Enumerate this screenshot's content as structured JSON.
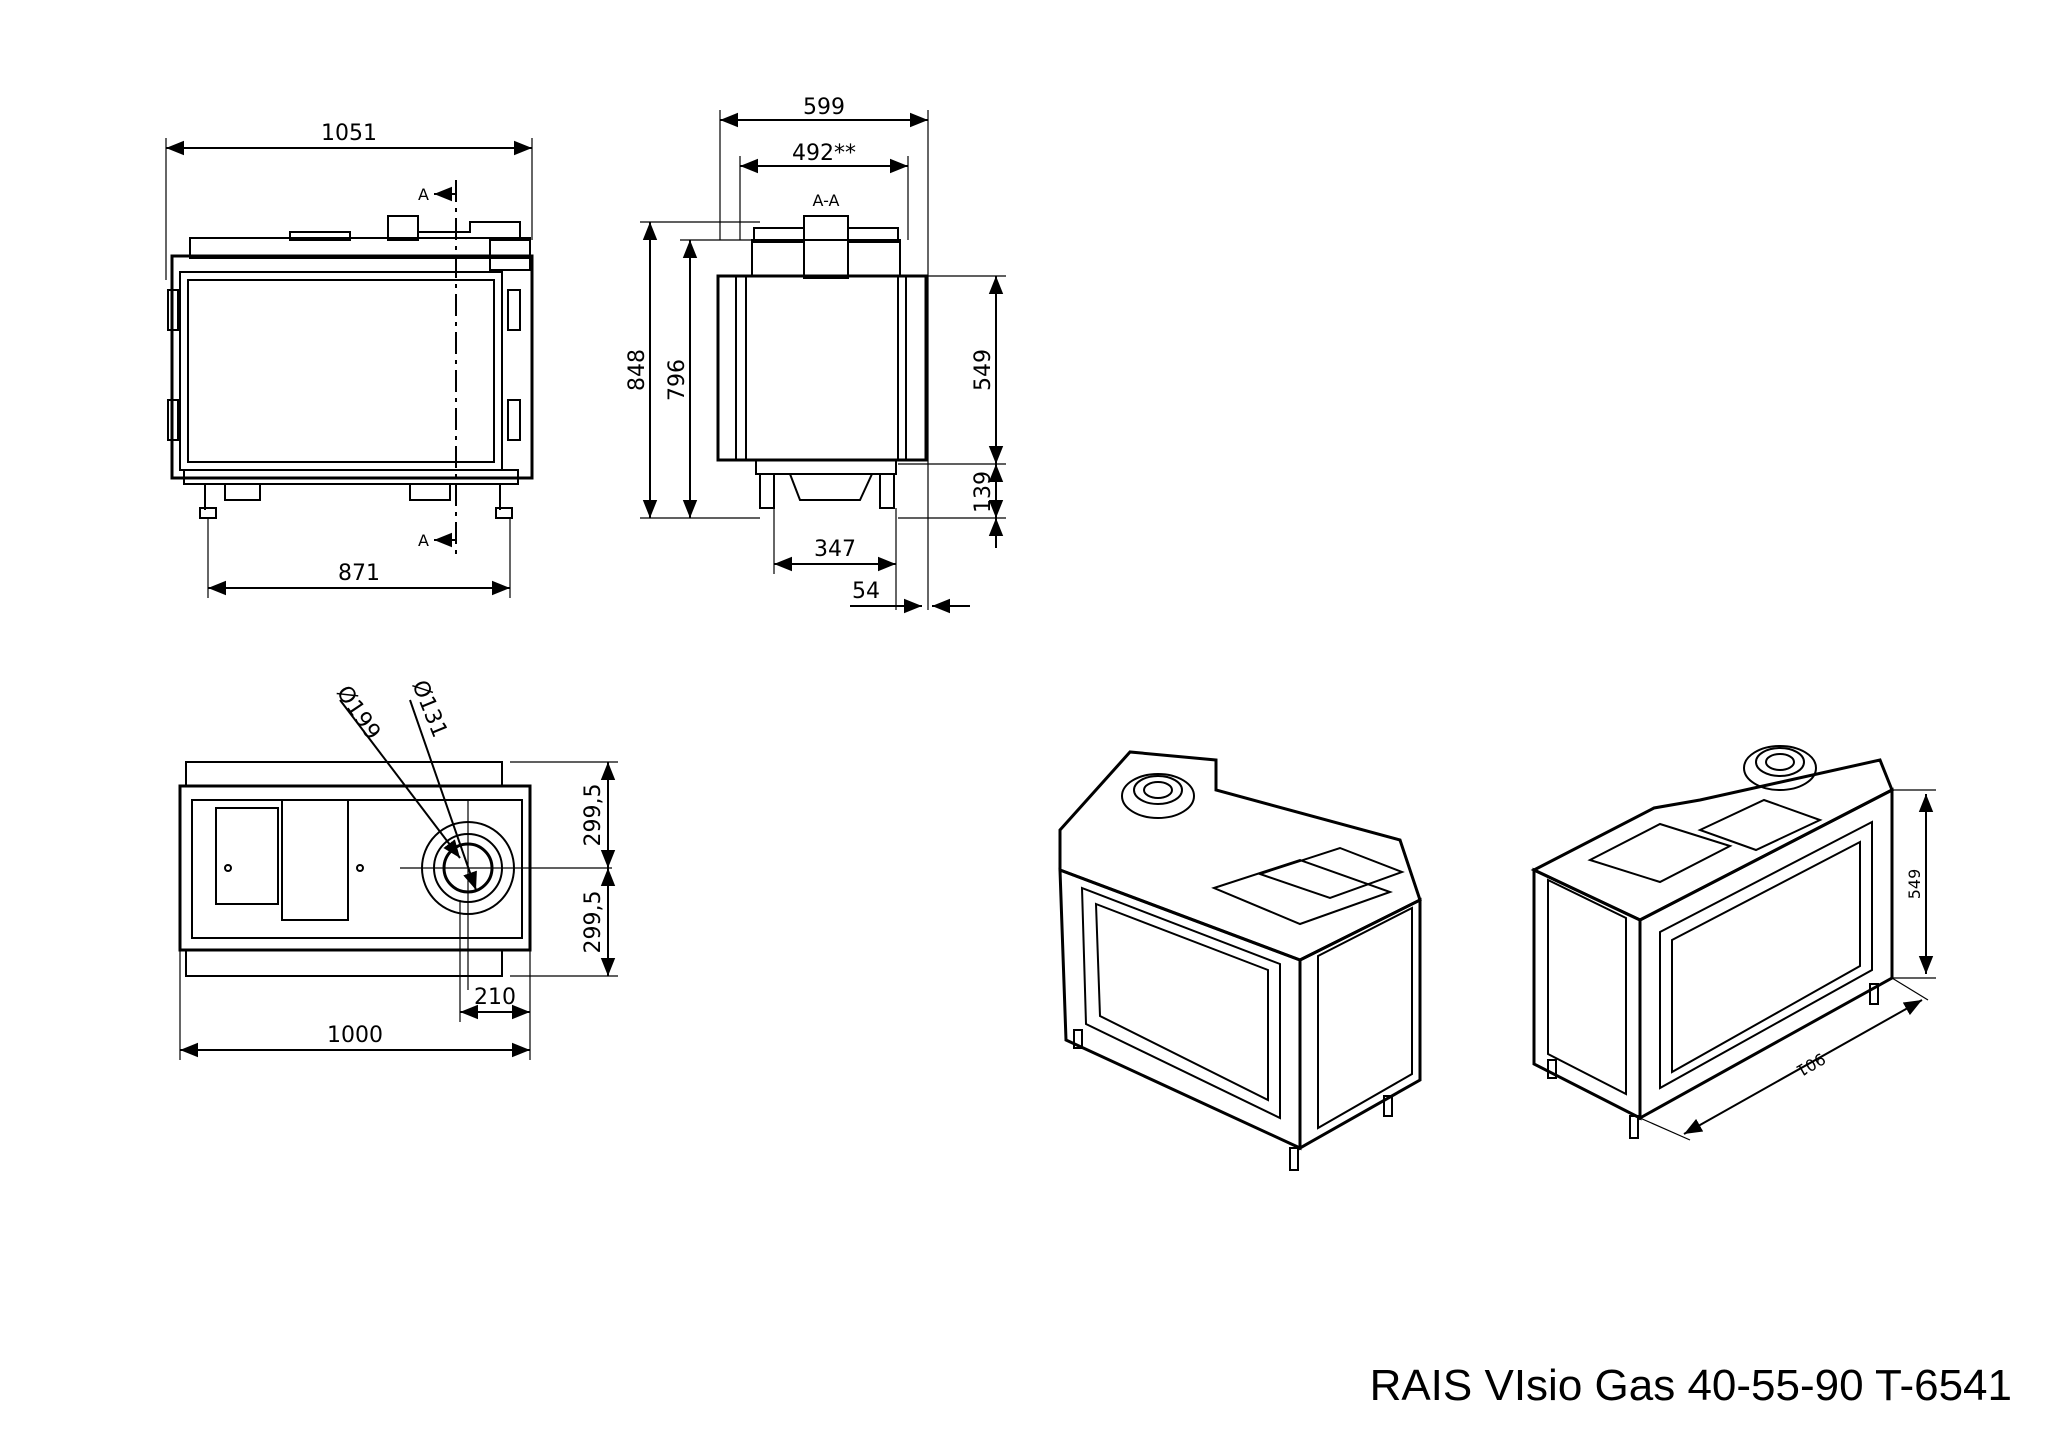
{
  "front_view": {
    "dims": {
      "width_top": "1051",
      "width_bottom": "871"
    },
    "section_markers": {
      "top": "A",
      "bottom": "A"
    }
  },
  "side_view": {
    "section_label": "A-A",
    "dims": {
      "depth_overall": "599",
      "depth_inner": "492**",
      "height_overall": "848",
      "height_inner": "796",
      "glass_height": "549",
      "base_height": "139",
      "feet_spacing": "347",
      "offset": "54"
    }
  },
  "top_view": {
    "dims": {
      "flue_outer": "Ø199",
      "flue_inner": "Ø131",
      "half_depth_top": "299,5",
      "half_depth_bottom": "299,5",
      "flue_offset": "210",
      "width": "1000"
    }
  },
  "iso_view": {
    "dims": {
      "height": "549",
      "width": "901"
    }
  },
  "title": "RAIS VIsio Gas 40-55-90 T-6541"
}
